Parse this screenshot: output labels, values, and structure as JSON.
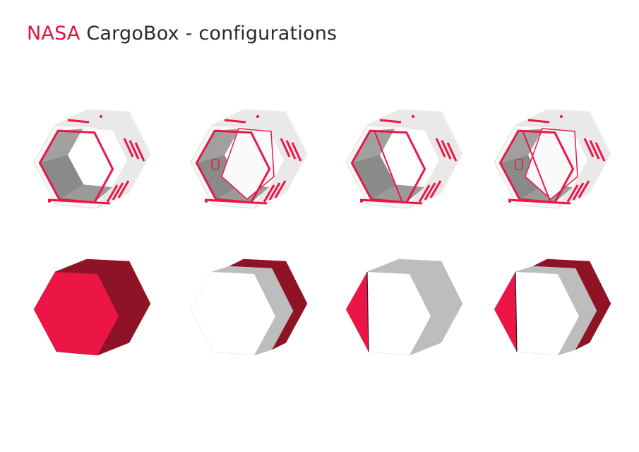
{
  "title": {
    "brand": "NASA",
    "rest": " CargoBox - configurations"
  },
  "colors": {
    "red": "#ec1646",
    "dark_red": "#8e1326",
    "gray": "#bdbdbd",
    "inner_gray": "#8a8a8a",
    "white": "#ffffff",
    "title_text": "#2a2a2a"
  },
  "configurations": [
    {
      "frame": "empty",
      "solid": "full-red"
    },
    {
      "frame": "one-drawer",
      "solid": "white-front-gray-red-back"
    },
    {
      "frame": "diagonal-split",
      "solid": "red-white-front-gray-back"
    },
    {
      "frame": "diagonal-split-drawer",
      "solid": "red-white-front-gray-red-back"
    }
  ]
}
